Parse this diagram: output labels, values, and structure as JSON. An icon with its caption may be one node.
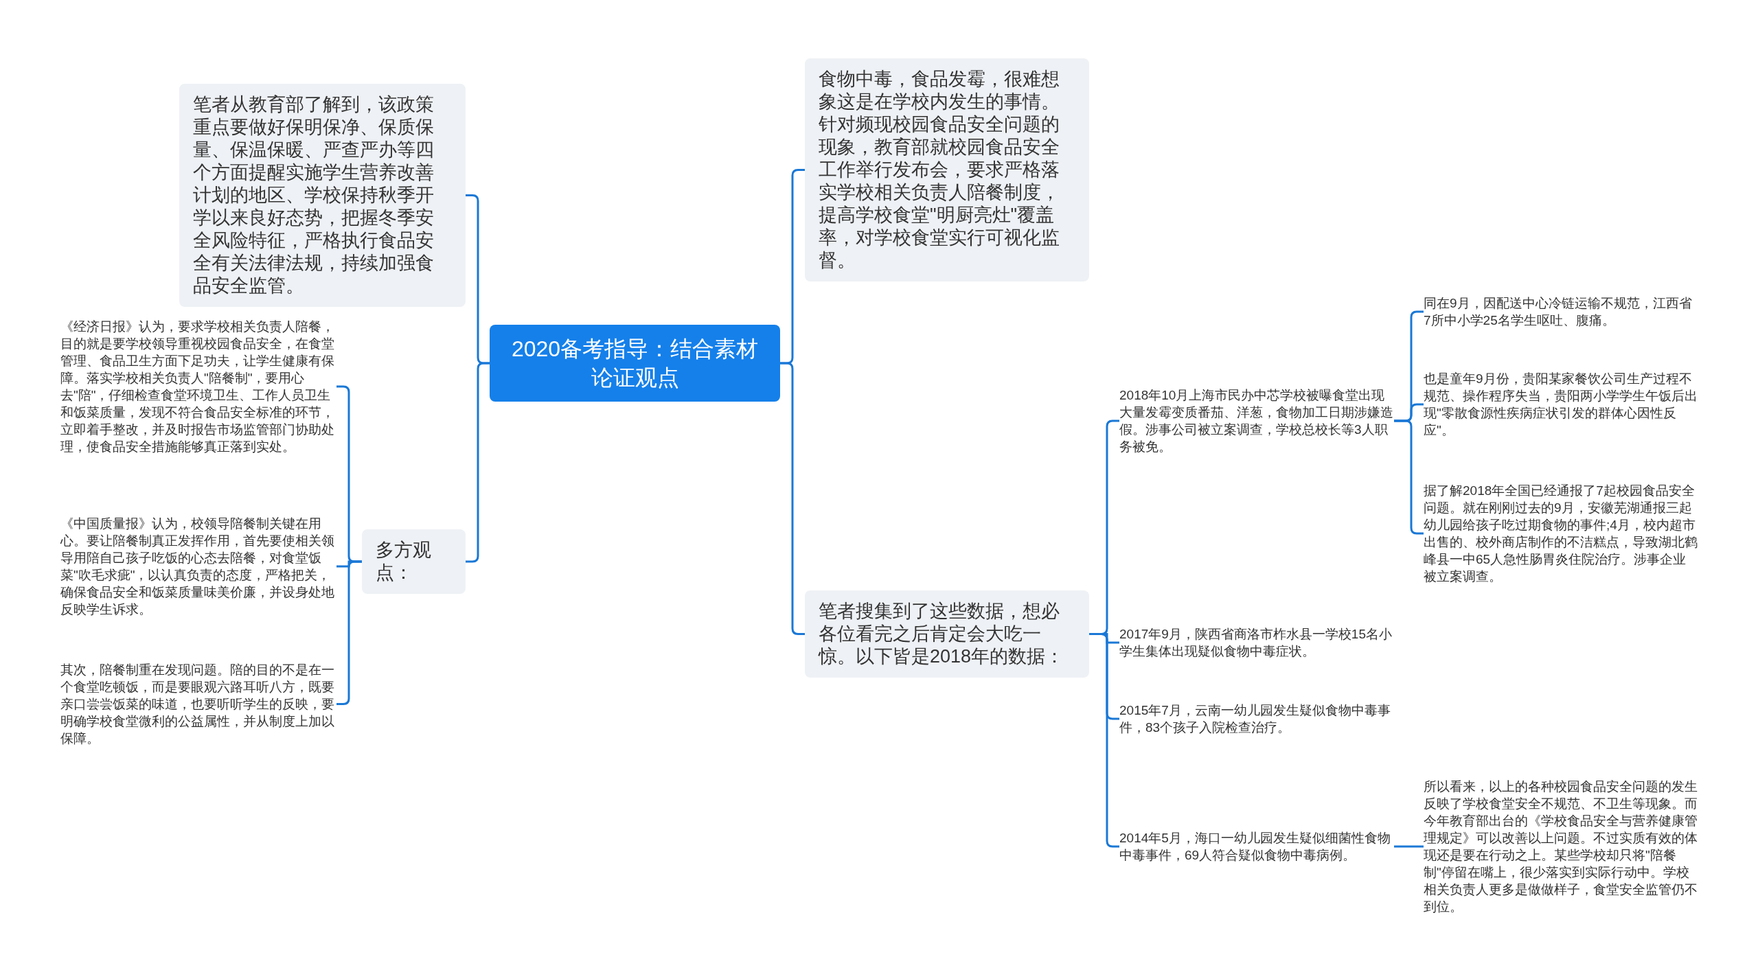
{
  "diagram": {
    "nodes": [
      {
        "text": [
          "2020备考指导：结合素材论证观点"
        ]
      },
      {
        "text": [
          "笔者从教育部了解到，该政策重点要做好保明保净、保质保量、保温保暖、严查严办等四个方面提醒实施学生营养改善计划的地区、学校保持秋季开学以来良好态势，把握冬季安全风险特征，严格执行食品安全有关法律法规，持续加强食品安全监管。"
        ]
      },
      {
        "text": [
          "多方观点："
        ]
      },
      {
        "text": [
          "《经济日报》认为，要求学校相关负责人陪餐，目的就是要学校领导重视校园食品安全，在食堂管理、食品卫生方面下足功夫，让学生健康有保障。落实学校相关负责人\"陪餐制\"，要用心去\"陪\"，仔细检查食堂环境卫生、工作人员卫生和饭菜质量，发现不符合食品安全标准的环节，立即着手整改，并及时报告市场监管部门协助处理，使食品安全措施能够真正落到实处。"
        ]
      },
      {
        "text": [
          "《中国质量报》认为，校领导陪餐制关键在用心。要让陪餐制真正发挥作用，首先要使相关领导用陪自己孩子吃饭的心态去陪餐，对食堂饭菜\"吹毛求疵\"，以认真负责的态度，严格把关，确保食品安全和饭菜质量味美价廉，并设身处地反映学生诉求。"
        ]
      },
      {
        "text": [
          "其次，陪餐制重在发现问题。陪的目的不是在一个食堂吃顿饭，而是要眼观六路耳听八方，既要亲口尝尝饭菜的味道，也要听听学生的反映，要明确学校食堂微利的公益属性，并从制度上加以保障。"
        ]
      },
      {
        "text": [
          "食物中毒，食品发霉，很难想象这是在学校内发生的事情。针对频现校园食品安全问题的现象，教育部就校园食品安全工作举行发布会，要求严格落实学校相关负责人陪餐制度，提高学校食堂\"明厨亮灶\"覆盖率，对学校食堂实行可视化监督。"
        ]
      },
      {
        "text": [
          "笔者搜集到了这些数据，想必各位看完之后肯定会大吃一惊。以下皆是2018年的数据："
        ]
      },
      {
        "text": [
          "2018年10月上海市民办中芯学校被曝食堂出现大量发霉变质番茄、洋葱，食物加工日期涉嫌造假。涉事公司被立案调查，学校总校长等3人职务被免。"
        ]
      },
      {
        "text": [
          "同在9月，因配送中心冷链运输不规范，江西省7所中小学25名学生呕吐、腹痛。"
        ]
      },
      {
        "text": [
          "也是童年9月份，贵阳某家餐饮公司生产过程不规范、操作程序失当，贵阳两小学学生午饭后出现\"零散食源性疾病症状引发的群体心因性反应\"。"
        ]
      },
      {
        "text": [
          "据了解2018年全国已经通报了7起校园食品安全问题。就在刚刚过去的9月，安徽芜湖通报三起幼儿园给孩子吃过期食物的事件;4月，校内超市出售的、校外商店制作的不洁糕点，导致湖北鹤峰县一中65人急性肠胃炎住院治疗。涉事企业被立案调查。"
        ]
      },
      {
        "text": [
          "2017年9月，陕西省商洛市柞水县一学校15名小学生集体出现疑似食物中毒症状。"
        ]
      },
      {
        "text": [
          "2015年7月，云南一幼儿园发生疑似食物中毒事件，83个孩子入院检查治疗。"
        ]
      },
      {
        "text": [
          "2014年5月，海口一幼儿园发生疑似细菌性食物中毒事件，69人符合疑似食物中毒病例。"
        ]
      },
      {
        "text": [
          "所以看来，以上的各种校园食品安全问题的发生反映了学校食堂安全不规范、不卫生等现象。而今年教育部出台的《学校食品安全与营养健康管理规定》可以改善以上问题。不过实质有效的体现还是要在行动之上。某些学校却只将\"陪餐制\"停留在嘴上，很少落实到实际行动中。学校相关负责人更多是做做样子，食堂安全监管仍不到位。"
        ]
      }
    ],
    "edges": [
      {
        "from": 0,
        "to": 1,
        "arrow": "none"
      },
      {
        "from": 0,
        "to": 2,
        "arrow": "none"
      },
      {
        "from": 2,
        "to": 3,
        "arrow": "none"
      },
      {
        "from": 2,
        "to": 4,
        "arrow": "none"
      },
      {
        "from": 2,
        "to": 5,
        "arrow": "none"
      },
      {
        "from": 0,
        "to": 6,
        "arrow": "none"
      },
      {
        "from": 0,
        "to": 7,
        "arrow": "none"
      },
      {
        "from": 7,
        "to": 8,
        "arrow": "none"
      },
      {
        "from": 8,
        "to": 9,
        "arrow": "none"
      },
      {
        "from": 8,
        "to": 10,
        "arrow": "none"
      },
      {
        "from": 8,
        "to": 11,
        "arrow": "none"
      },
      {
        "from": 7,
        "to": 12,
        "arrow": "none"
      },
      {
        "from": 7,
        "to": 13,
        "arrow": "none"
      },
      {
        "from": 7,
        "to": 14,
        "arrow": "none"
      },
      {
        "from": 14,
        "to": 15,
        "arrow": "none"
      }
    ]
  }
}
